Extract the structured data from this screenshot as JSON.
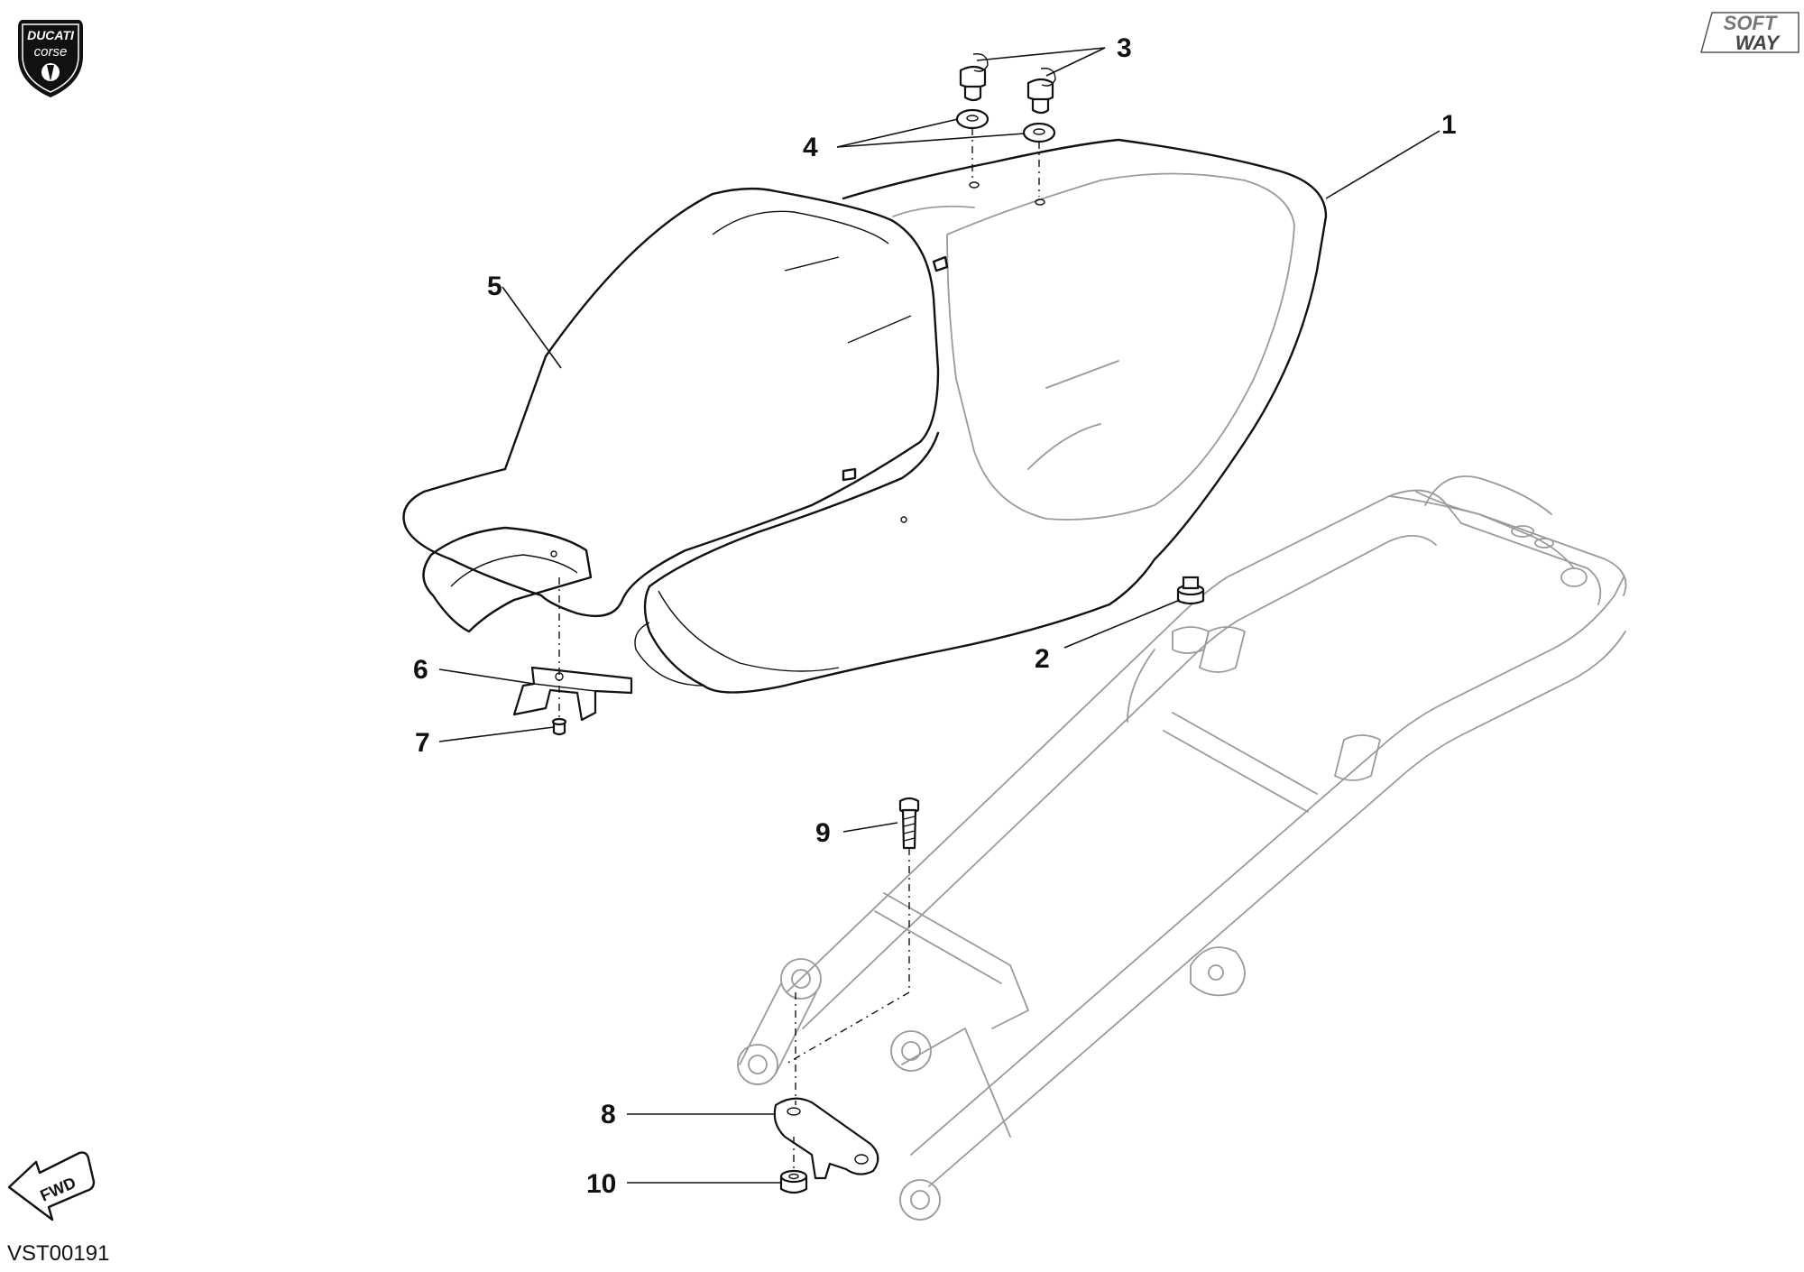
{
  "brand": {
    "logo_text_top": "DUCATI",
    "logo_text_bottom": "corse",
    "right_logo_line1": "SOFT",
    "right_logo_line2": "WAY"
  },
  "direction_badge": "FWD",
  "drawing_code": "VST00191",
  "callouts": [
    {
      "number": "1"
    },
    {
      "number": "2"
    },
    {
      "number": "3"
    },
    {
      "number": "4"
    },
    {
      "number": "5"
    },
    {
      "number": "6"
    },
    {
      "number": "7"
    },
    {
      "number": "8"
    },
    {
      "number": "9"
    },
    {
      "number": "10"
    }
  ],
  "colors": {
    "ink": "#111111",
    "frame_ghost": "#9a9a9a",
    "background": "#ffffff"
  }
}
